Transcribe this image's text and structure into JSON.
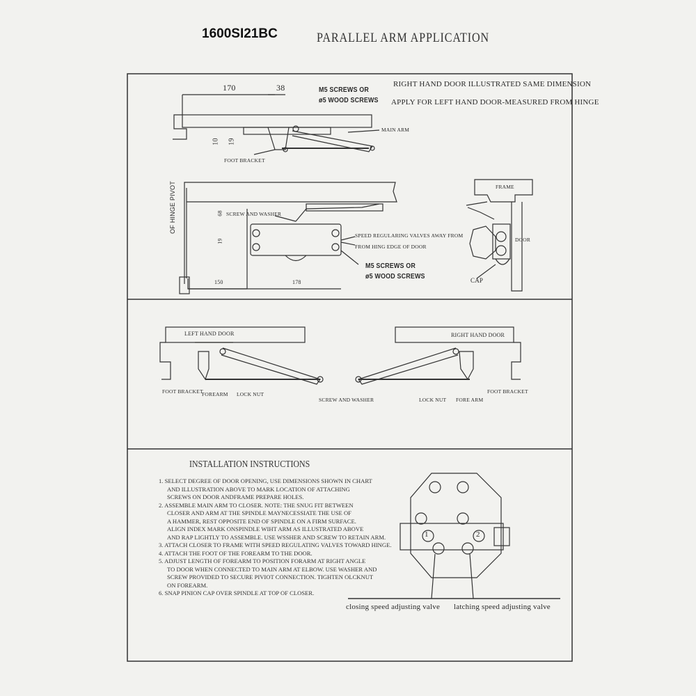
{
  "header": {
    "model_code": "1600SI21BC",
    "title": "PARALLEL ARM APPLICATION"
  },
  "top_diagram": {
    "dim_170": "170",
    "dim_38": "38",
    "dim_10": "10",
    "dim_19": "19",
    "screws_line1": "M5 SCREWS OR",
    "screws_line2": "ø5 WOOD SCREWS",
    "note_line1": "RIGHT HAND DOOR ILLUSTRATED SAME DIMENSION",
    "note_line2": "APPLY FOR LEFT HAND DOOR-MEASURED FROM HINGE",
    "main_arm": "MAIN ARM",
    "foot_bracket": "FOOT BRACKET"
  },
  "mid_diagram": {
    "hinge_pivot": "OF HINGE PIVOT",
    "dim_68": "68",
    "dim_19": "19",
    "dim_150": "150",
    "dim_178": "178",
    "screw_washer": "SCREW AND WASHER",
    "valves_line1": "SPEED REGULARING VALVES AWAY FROM",
    "valves_line2": "FROM HING EDGE OF DOOR",
    "screws_line1": "M5 SCREWS OR",
    "screws_line2": "ø5 WOOD SCREWS",
    "frame": "FRAME",
    "door": "DOOR",
    "cap": "CAP"
  },
  "doors_diagram": {
    "left_door": "LEFT HAND DOOR",
    "right_door": "RIGHT HAND DOOR",
    "foot_bracket_left": "FOOT BRACKET",
    "forearm_left": "FOREARM",
    "lock_nut_left": "LOCK NUT",
    "screw_washer": "SCREW AND WASHER",
    "lock_nut_right": "LOCK NUT",
    "forearm_right": "FORE ARM",
    "foot_bracket_right": "FOOT BRACKET"
  },
  "instructions": {
    "title": "INSTALLATION INSTRUCTIONS",
    "lines": [
      "1. SELECT DEGREE OF DOOR OPENING, USE DIMENSIONS SHOWN IN CHART",
      "AND ILLUSTRATION ABOVE TO MARK LOCATION OF ATTACHING",
      "SCREWS ON DOOR ANDFRAME PREPARE HOLES.",
      "2. ASSEMBLE MAIN ARM TO CLOSER. NOTE: THE SNUG FIT BETWEEN",
      "CLOSER AND ARM AT THE SPINDLE MAYNECESSIATE THE USE OF",
      "A HAMMER, REST OPPOSITE END OF SPINDLE ON A FIRM SURFACE.",
      "ALIGN INDEX MARK ONSPINDLE WIHT ARM AS ILLUSTRATED ABOVE",
      "AND RAP LIGHTLY TO ASSEMBLE. USE WSSHER AND SCREW TO RETAIN ARM.",
      "3. ATTACH CLOSER TO FRAME WITH SPEED REGULATING VALVES TOWARD HINGE.",
      "4. ATTACH THE FOOT OF THE FOREARM TO THE DOOR.",
      "5. ADJUST LENGTH OF FOREARM TO POSITION FORARM AT RIGHT ANGLE",
      "TO DOOR WHEN CONNECTED TO MAIN ARM AT ELBOW. USE WASHER AND",
      "SCREW PROVIDED TO SECURE PIVIOT CONNECTION. TIGHTEN OLCKNUT",
      "ON FOREARM.",
      "6. SNAP PINION CAP OVER SPINDLE AT TOP OF CLOSER."
    ]
  },
  "valve_diagram": {
    "marker_1": "1",
    "marker_2": "2",
    "closing_valve": "closing speed adjusting valve",
    "latching_valve": "latching speed adjusting valve"
  }
}
